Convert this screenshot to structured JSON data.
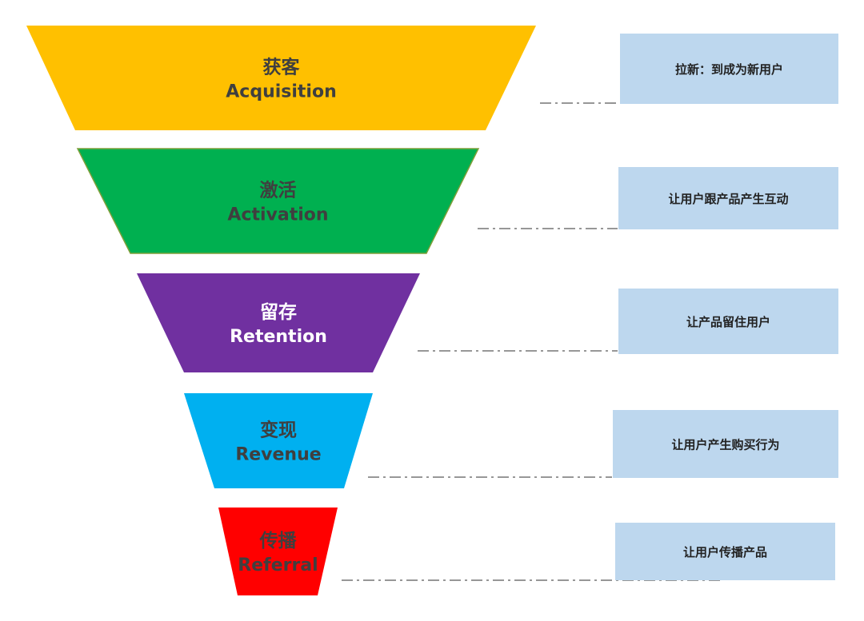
{
  "stages": [
    {
      "zh": "获客",
      "en": "Acquisition",
      "color": "#FFC000",
      "text_color": "#3F3F3F",
      "description": "拉新：到成为新用户"
    },
    {
      "zh": "激活",
      "en": "Activation",
      "color": "#00B050",
      "text_color": "#3F3F3F",
      "description": "让用户跟产品产生互动"
    },
    {
      "zh": "留存",
      "en": "Retention",
      "color": "#7030A0",
      "text_color": "#FFFFFF",
      "description": "让产品留住用户"
    },
    {
      "zh": "变现",
      "en": "Revenue",
      "color": "#00B0F0",
      "text_color": "#3F3F3F",
      "description": "让用户产生购买行为"
    },
    {
      "zh": "传播",
      "en": "Referral",
      "color": "#FF0000",
      "text_color": "#3F3F3F",
      "description": "让用户传播产品"
    }
  ],
  "description_box_color": "#BDD7EE",
  "description_text_color": "#222222",
  "connector_color": "#595959"
}
